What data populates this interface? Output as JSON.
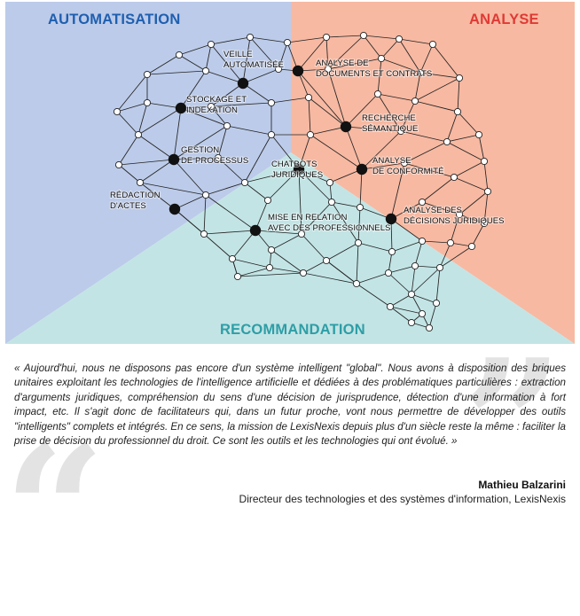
{
  "colors": {
    "automatisation": "#bccbe9",
    "analyse": "#f7b9a2",
    "recommandation": "#c3e4e5",
    "automatisation_text": "#1f5fb0",
    "analyse_text": "#e03a35",
    "recommandation_text": "#2d9ea6"
  },
  "quadrants": {
    "automatisation": "AUTOMATISATION",
    "analyse": "ANALYSE",
    "recommandation": "RECOMMANDATION"
  },
  "nodes": [
    {
      "id": "veille",
      "lines": [
        "VEILLE",
        "AUTOMATISÉE"
      ]
    },
    {
      "id": "analyse-documents",
      "lines": [
        "ANALYSE DE",
        "DOCUMENTS ET CONTRATS"
      ]
    },
    {
      "id": "stockage",
      "lines": [
        "STOCKAGE ET",
        "INDEXATION"
      ]
    },
    {
      "id": "recherche",
      "lines": [
        "RECHERCHE",
        "SÉMANTIQUE"
      ]
    },
    {
      "id": "gestion",
      "lines": [
        "GESTION",
        "DE PROCESSUS"
      ]
    },
    {
      "id": "chatbots",
      "lines": [
        "CHATBOTS",
        "JURIDIQUES"
      ]
    },
    {
      "id": "conformite",
      "lines": [
        "ANALYSE",
        "DE CONFORMITÉ"
      ]
    },
    {
      "id": "redaction",
      "lines": [
        "RÉDACTION",
        "D'ACTES"
      ]
    },
    {
      "id": "mise-en-relation",
      "lines": [
        "MISE EN RELATION",
        "AVEC DES PROFESSIONNELS"
      ]
    },
    {
      "id": "decisions",
      "lines": [
        "ANALYSE DES",
        "DÉCISIONS JURIDIQUES"
      ]
    }
  ],
  "quote": {
    "text": "« Aujourd'hui, nous ne disposons pas encore d'un système intelligent \"global\". Nous avons à disposition des briques unitaires exploitant les technologies de l'intelligence artificielle et dédiées à des problématiques particulières : extraction d'arguments juridiques, compréhension du sens d'une décision de jurisprudence, détection d'une information à fort impact, etc. Il s'agit donc de facilitateurs qui, dans un futur proche, vont nous permettre de développer des outils \"intelligents\" complets et intégrés. En ce sens, la mission de LexisNexis depuis plus d'un siècle reste la même : faciliter la prise de décision du professionnel du droit. Ce sont les outils et les technologies qui ont évolué. »",
    "open_mark": "“",
    "close_mark": "”",
    "author": "Mathieu Balzarini",
    "role": "Directeur des technologies et des systèmes d'information, LexisNexis"
  }
}
